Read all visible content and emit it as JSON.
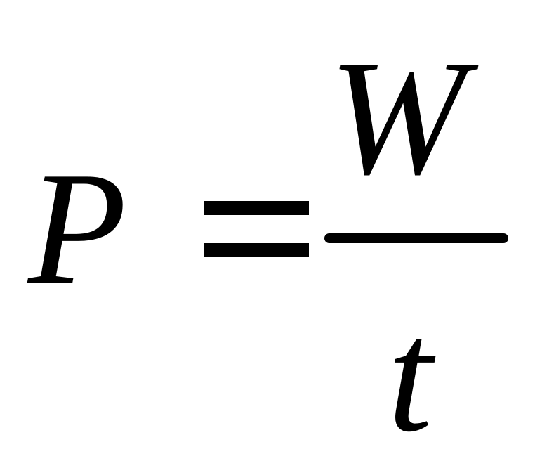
{
  "formula": {
    "lhs": "P",
    "numerator": "W",
    "denominator": "t"
  }
}
